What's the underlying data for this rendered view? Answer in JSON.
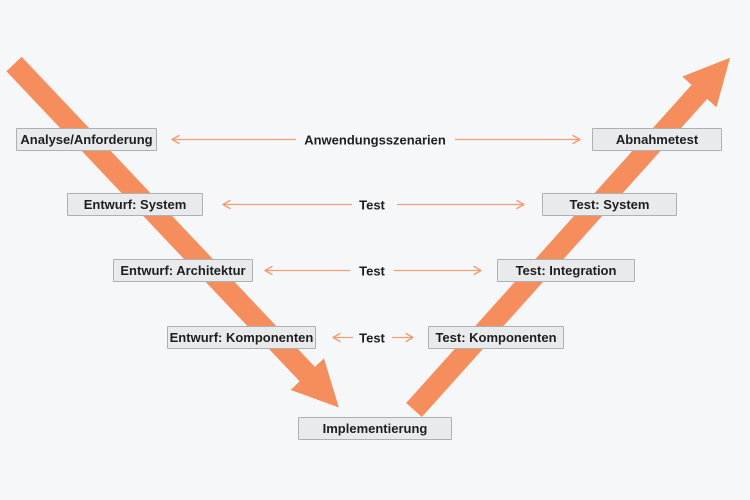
{
  "colors": {
    "background": "#F6F7F9",
    "v_arrow": "#F68D5C",
    "connector_arrow": "#F09C74",
    "box_background": "#E9EAEC",
    "box_border": "#AEB0B5",
    "text": "#1D1E20"
  },
  "left_branch": [
    {
      "label": "Analyse/Anforderung"
    },
    {
      "label": "Entwurf: System"
    },
    {
      "label": "Entwurf: Architektur"
    },
    {
      "label": "Entwurf: Komponenten"
    }
  ],
  "right_branch": [
    {
      "label": "Abnahmetest"
    },
    {
      "label": "Test: System"
    },
    {
      "label": "Test: Integration"
    },
    {
      "label": "Test: Komponenten"
    }
  ],
  "bottom": {
    "label": "Implementierung"
  },
  "connectors": [
    {
      "label": "Anwendungsszenarien"
    },
    {
      "label": "Test"
    },
    {
      "label": "Test"
    },
    {
      "label": "Test"
    }
  ]
}
